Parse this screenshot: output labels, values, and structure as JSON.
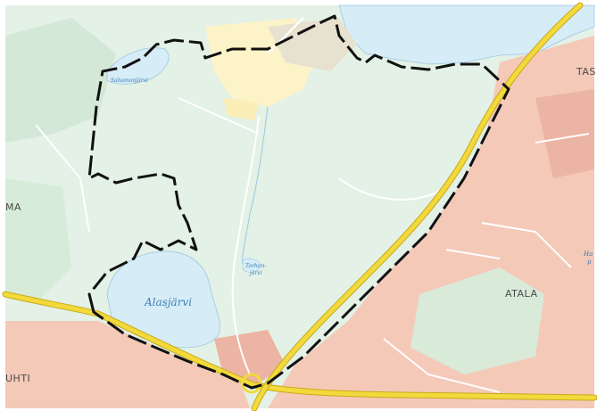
{
  "map": {
    "labels": {
      "lake_main": "Alasjärvi",
      "lake_small_nw": "Sahamonjärvi",
      "lake_small_center_1": "Torhon-",
      "lake_small_center_2": "järvi",
      "place_atala": "ATALA",
      "place_tas": "TAS",
      "place_ma": "MA",
      "place_uhti": "UHTI",
      "place_ha_1": "Ha",
      "place_ha_2": "p"
    },
    "colors": {
      "background": "#ffffff",
      "forest": "#e3f1e6",
      "field": "#d6ead8",
      "water": "#d6ecf6",
      "water_edge": "#9cc8e3",
      "urban": "#f4c9b8",
      "urban_dark": "#ecb4a2",
      "meadow": "#fdf3c8",
      "highway": "#f2d93c",
      "highway_edge": "#caa91a",
      "road": "#ffffff",
      "boundary": "#111111"
    }
  }
}
